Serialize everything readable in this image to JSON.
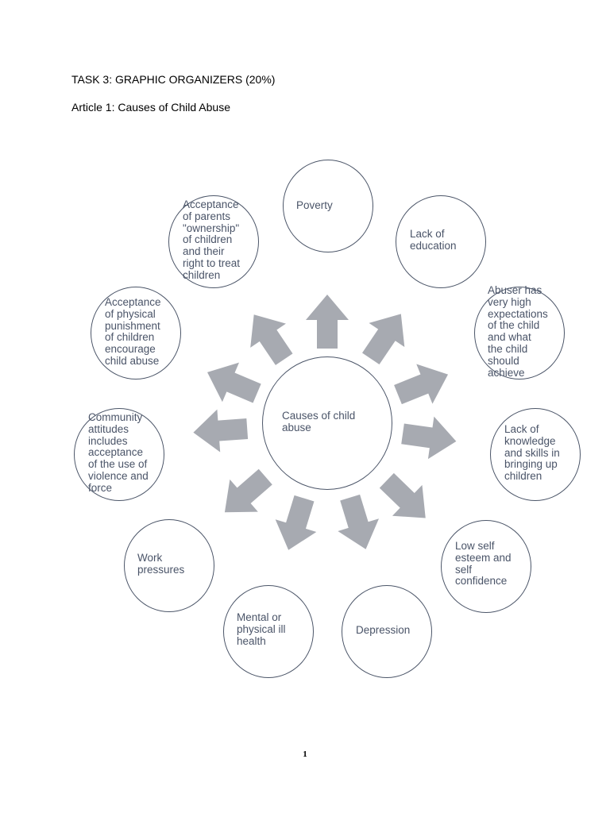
{
  "document": {
    "task_heading": "TASK 3: GRAPHIC ORGANIZERS (20%)",
    "article_heading": "Article 1: Causes of Child Abuse",
    "page_number": "1"
  },
  "organizer": {
    "center": "Causes of child\nabuse",
    "arrow_color": "#a7aab1",
    "circle_stroke": "#4b5568",
    "text_color": "#4a5468",
    "causes": [
      "Poverty",
      "Lack of\neducation",
      "Abuser has\nvery high\nexpectations\nof the child\nand what\nthe child\nshould\nachieve",
      "Lack of\nknowledge\nand skills in\nbringing up\nchildren",
      "Low self\nesteem and\nself\nconfidence",
      "Depression",
      "Mental or\nphysical ill\nhealth",
      "Work\npressures",
      "Community\nattitudes\nincludes\nacceptance\nof the use of\nviolence and\nforce",
      "Acceptance\nof physical\npunishment\nof children\nencourage\nchild abuse",
      "Acceptance\nof parents\n\"ownership\"\nof children\nand their\nright to treat\nchildren"
    ]
  }
}
